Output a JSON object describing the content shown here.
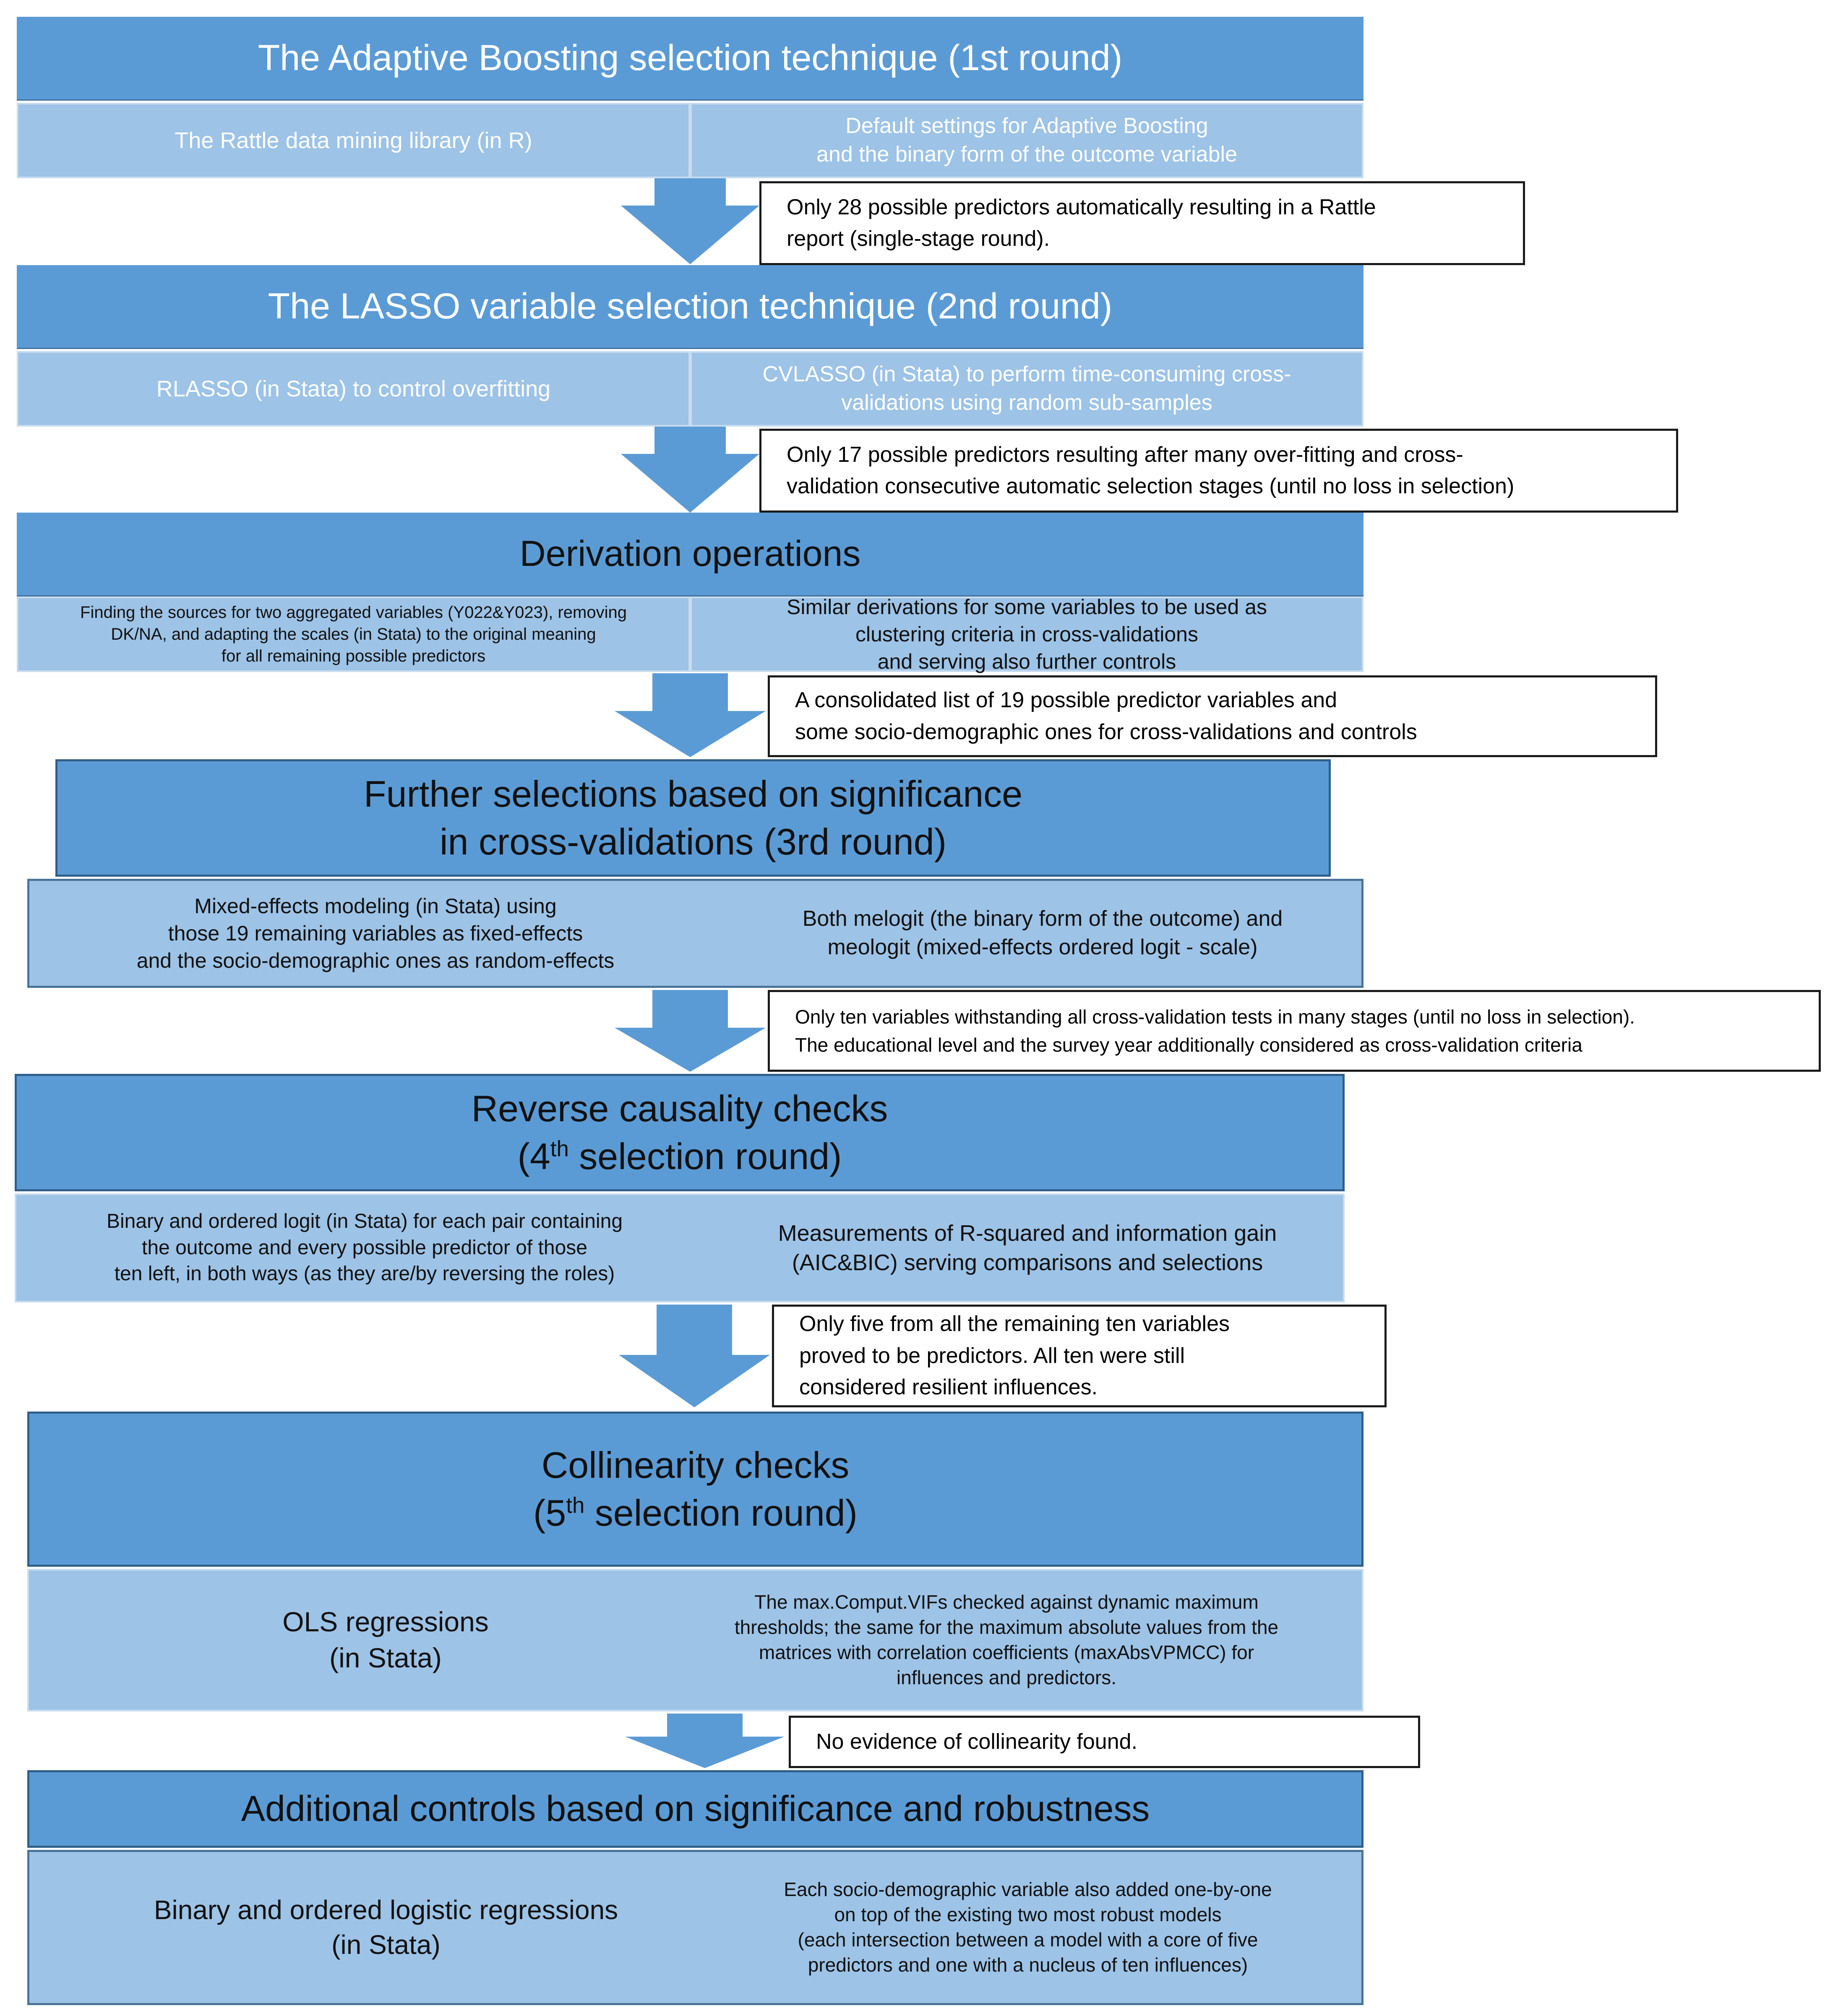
{
  "round1": {
    "title": "The Adaptive Boosting selection technique (1st round)",
    "left": "The Rattle data mining library (in R)",
    "right": [
      "Default settings for Adaptive Boosting",
      "and the binary form of the outcome variable"
    ],
    "note": [
      "Only 28 possible predictors automatically resulting in a Rattle",
      "report (single-stage round)."
    ]
  },
  "round2": {
    "title": "The LASSO variable selection technique (2nd round)",
    "left": "RLASSO (in Stata) to control overfitting",
    "right": [
      "CVLASSO (in Stata) to perform time-consuming cross-",
      "validations using random sub-samples"
    ],
    "note": [
      "Only 17 possible predictors resulting after many over-fitting and cross-",
      "validation consecutive automatic selection stages (until no loss in selection)"
    ]
  },
  "derivation": {
    "title": "Derivation operations",
    "left": [
      "Finding the sources for two aggregated variables (Y022&Y023), removing",
      "DK/NA, and adapting the scales (in Stata) to the original meaning",
      "for all remaining possible predictors"
    ],
    "right": [
      "Similar derivations for some variables to be used as",
      "clustering criteria in cross-validations",
      "and serving also further controls"
    ],
    "note": [
      "A consolidated list of 19 possible predictor variables and",
      "some socio-demographic ones for cross-validations and controls"
    ]
  },
  "round3": {
    "title": [
      "Further selections based on significance",
      "in cross-validations (3rd round)"
    ],
    "left": [
      "Mixed-effects modeling (in Stata) using",
      "those 19 remaining variables as fixed-effects",
      "and the socio-demographic ones as random-effects"
    ],
    "right": [
      "Both melogit (the binary form of the outcome) and",
      "meologit (mixed-effects ordered logit - scale)"
    ],
    "note": [
      "Only ten variables withstanding all cross-validation tests in many stages (until no loss in selection).",
      "The educational level and the survey year additionally considered as cross-validation criteria"
    ]
  },
  "round4": {
    "title_line1": "Reverse causality checks",
    "title_pre": "(4",
    "title_sup": "th",
    "title_post": " selection round)",
    "left": [
      "Binary and ordered logit (in Stata) for each pair containing",
      "the outcome and every possible predictor of those",
      "ten left, in both ways (as they are/by reversing the roles)"
    ],
    "right": [
      "Measurements of R-squared and information gain",
      "(AIC&BIC) serving comparisons and selections"
    ],
    "note": [
      "Only five from all the remaining ten variables",
      "proved to be predictors. All ten were still",
      "considered resilient influences."
    ]
  },
  "round5": {
    "title_line1": "Collinearity checks",
    "title_pre": "(5",
    "title_sup": "th",
    "title_post": " selection round)",
    "left": [
      "OLS regressions",
      "(in Stata)"
    ],
    "right": [
      "The max.Comput.VIFs checked against dynamic maximum",
      "thresholds; the same for the maximum absolute values from the",
      "matrices with correlation coefficients (maxAbsVPMCC) for",
      "influences and predictors."
    ],
    "note": [
      "No evidence of collinearity found."
    ]
  },
  "additional": {
    "title": "Additional controls based on significance and robustness",
    "left": [
      "Binary and ordered logistic regressions",
      "(in Stata)"
    ],
    "right": [
      "Each socio-demographic variable also added one-by-one",
      "on top of the existing two most robust models",
      "(each intersection between a model with a core of five",
      "predictors and one with a nucleus of ten influences)"
    ]
  },
  "colors": {
    "header": "#5b9bd5",
    "sub": "#9dc3e6",
    "arrow": "#5b9bd5",
    "note_border": "#1a1a1a"
  }
}
